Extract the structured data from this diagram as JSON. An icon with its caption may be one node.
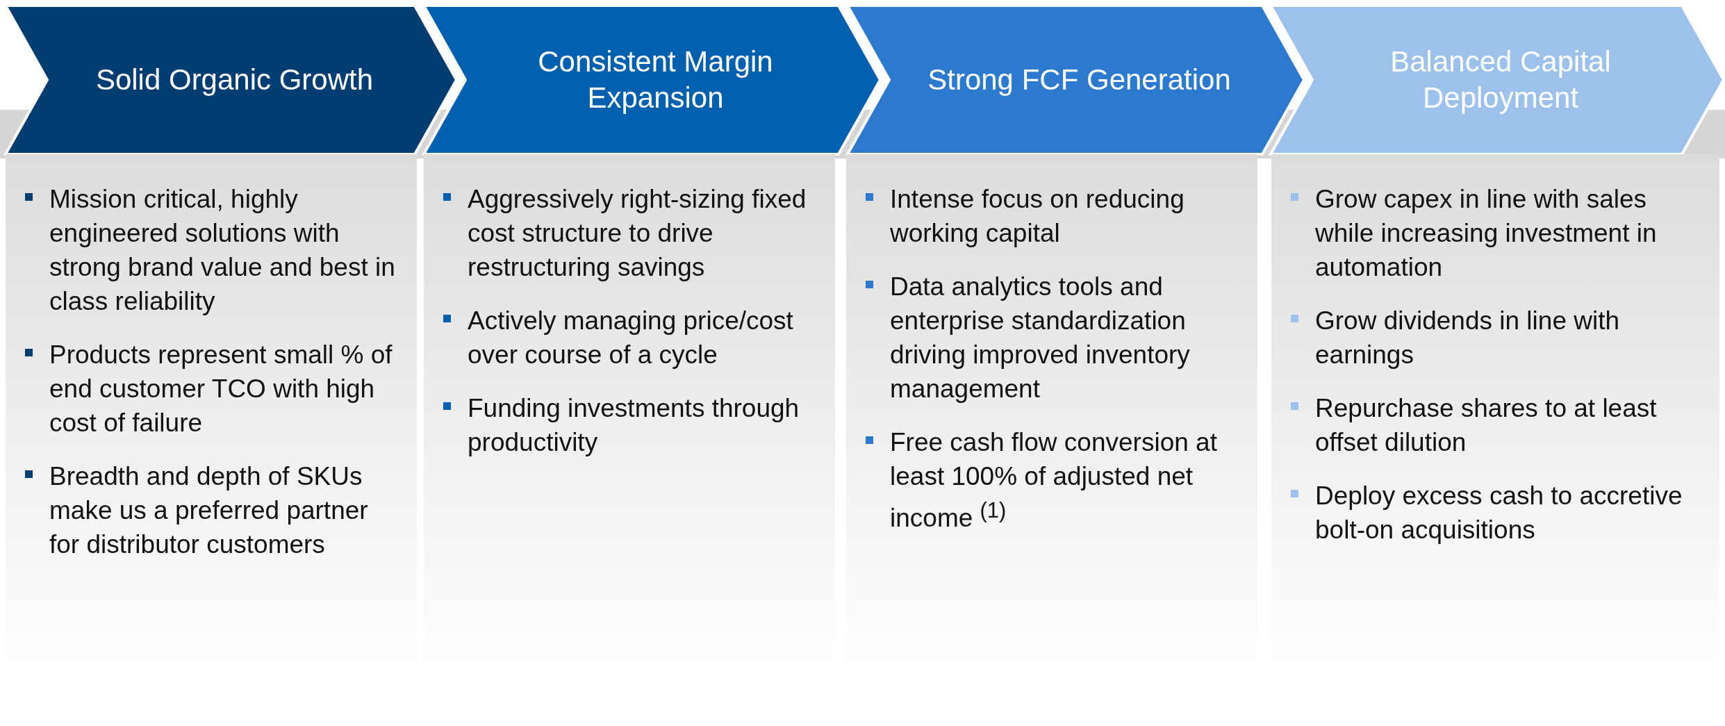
{
  "diagram": {
    "nodes": [
      {
        "text": [
          "Solid Organic Growth"
        ]
      },
      {
        "text": [
          "Consistent Margin Expansion"
        ]
      },
      {
        "text": [
          "Strong FCF Generation"
        ]
      },
      {
        "text": [
          "Balanced Capital Deployment"
        ]
      },
      {
        "text": [
          "Mission critical, highly engineered solutions with strong brand value and best in class reliability",
          "Products represent small % of end customer TCO with high cost of failure",
          "Breadth and depth of SKUs make us a preferred partner for distributor customers"
        ]
      },
      {
        "text": [
          "Aggressively right-sizing fixed cost structure to drive restructuring savings",
          "Actively managing price/cost over course of a cycle",
          "Funding investments through productivity"
        ]
      },
      {
        "text": [
          "Intense focus on reducing working capital",
          "Data analytics tools and enterprise standardization driving improved inventory management",
          "Free cash flow conversion at least 100% of adjusted net income $^{(1)}$"
        ]
      },
      {
        "text": [
          "Grow capex in line with sales while increasing investment in automation",
          "Grow dividends in line with earnings",
          "Repurchase shares to at least offset dilution",
          "Deploy excess cash to accretive bolt-on acquisitions"
        ]
      }
    ]
  }
}
